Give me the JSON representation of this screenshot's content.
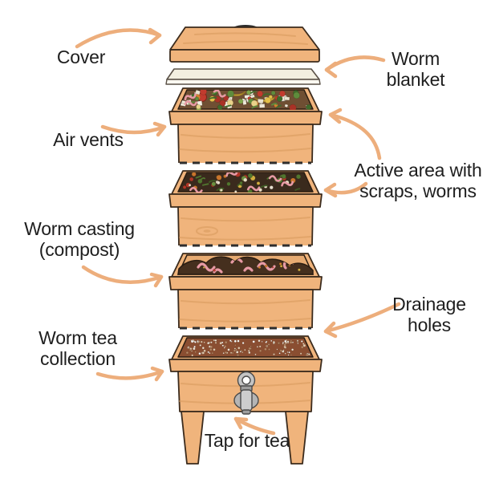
{
  "labels": {
    "cover": "Cover",
    "worm_blanket": "Worm\nblanket",
    "air_vents": "Air vents",
    "active_area": "Active area with\nscraps, worms",
    "worm_casting": "Worm casting\n(compost)",
    "drainage_holes": "Drainage\nholes",
    "worm_tea": "Worm tea\ncollection",
    "tap": "Tap for tea"
  },
  "colors": {
    "background": "#FFFFFF",
    "text": "#1E1E1E",
    "arrow": "#EDAE7C",
    "wood": "#F0B47C",
    "wood_shade": "#E7AB72",
    "wood_grain": "#D99B5F",
    "outline": "#3B2B1D",
    "dash": "#2E2E2E",
    "blanket": "#F3EFE0",
    "blanket_edge": "#FBF9F1",
    "handle": "#2B2B2B",
    "scraps_base": "#6F4F33",
    "compost_base": "#3A2A1D",
    "castings": "#452F1E",
    "worm_pink": "#E79AA5",
    "tea": "#8A4E31",
    "tea_speckle": "#F2E7D8",
    "tap_metal": "#C4C4C4",
    "tap_metal_dark": "#9E9E9E"
  }
}
